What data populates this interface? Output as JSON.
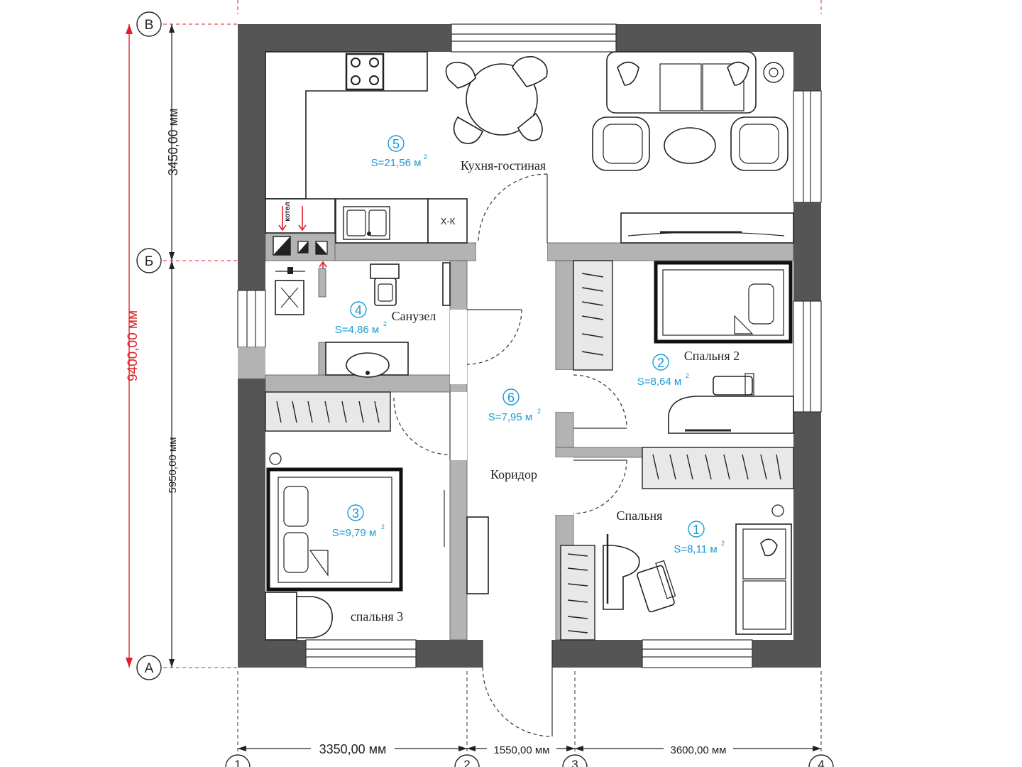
{
  "plan": {
    "total_height": "9400,00 мм",
    "dims_vertical": {
      "top": "3450,00 мм",
      "bottom": "5950,00 мм"
    },
    "dims_horizontal": {
      "left": "3350,00 мм",
      "middle": "1550,00 мм",
      "right": "3600,00 мм"
    },
    "axes_letters": {
      "top": "В",
      "middle": "Б",
      "bottom": "А"
    },
    "axes_numbers": [
      "1",
      "2",
      "3",
      "4"
    ],
    "boiler_label": "котел",
    "fridge_label": "Х-К",
    "colors": {
      "wall": "#555555",
      "partition": "#b3b3b3",
      "accent": "#1a9ad6",
      "dimension_red": "#e0202a"
    },
    "rooms": [
      {
        "num": "5",
        "area": "S=21,56 м",
        "name": "Кухня-гостиная"
      },
      {
        "num": "4",
        "area": "S=4,86 м",
        "name": "Санузел"
      },
      {
        "num": "6",
        "area": "S=7,95 м",
        "name": "Коридор"
      },
      {
        "num": "2",
        "area": "S=8,64 м",
        "name": "Спальня 2"
      },
      {
        "num": "3",
        "area": "S=9,79 м",
        "name": "спальня 3"
      },
      {
        "num": "1",
        "area": "S=8,11 м",
        "name": "Спальня"
      }
    ],
    "sup": "2"
  }
}
